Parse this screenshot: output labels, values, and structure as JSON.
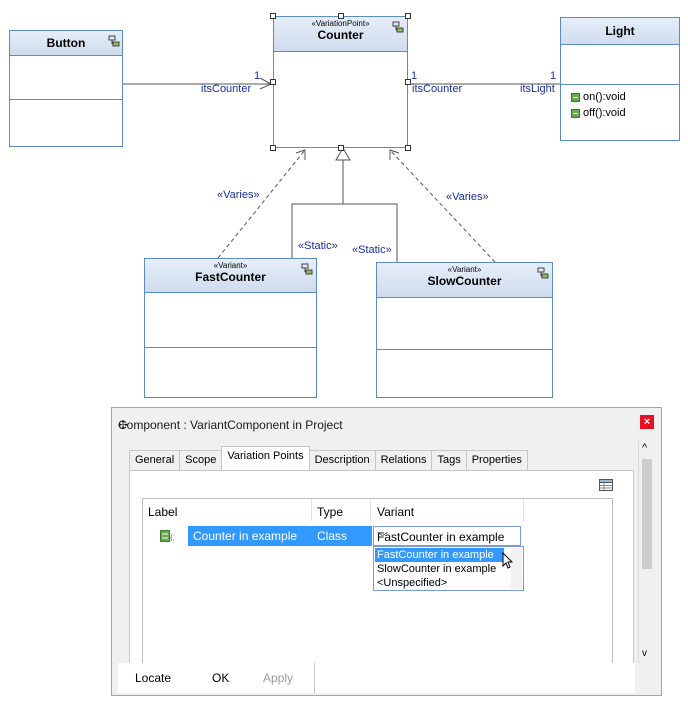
{
  "diagram": {
    "classes": {
      "button": {
        "name": "Button"
      },
      "counter": {
        "stereotype": "«VariationPoint»",
        "name": "Counter"
      },
      "light": {
        "name": "Light",
        "operations": [
          "on():void",
          "off():void"
        ]
      },
      "fast": {
        "stereotype": "«Variant»",
        "name": "FastCounter"
      },
      "slow": {
        "stereotype": "«Variant»",
        "name": "SlowCounter"
      }
    },
    "associations": {
      "button_counter": {
        "mult": "1",
        "role": "itsCounter"
      },
      "light_counter": {
        "mult_left": "1",
        "role_left": "itsCounter",
        "mult_right": "1",
        "role_right": "itsLight"
      }
    },
    "dependencies": {
      "fast_varies": "«Varies»",
      "slow_varies": "«Varies»",
      "fast_static": "«Static»",
      "slow_static": "«Static»"
    }
  },
  "dialog": {
    "title": "Component : VariantComponent in Project",
    "pin": "✢",
    "close": "×",
    "tabs": [
      "General",
      "Scope",
      "Variation Points",
      "Description",
      "Relations",
      "Tags",
      "Properties"
    ],
    "active_tab": "Variation Points",
    "table": {
      "headers": [
        "Label",
        "Type",
        "Variant"
      ],
      "rows": [
        {
          "label": "Counter in example",
          "type": "Class",
          "variant": "FastCounter in example"
        }
      ]
    },
    "dropdown_options": [
      "FastCounter in example",
      "SlowCounter in example",
      "<Unspecified>"
    ],
    "selected_option": "FastCounter in example",
    "footer": {
      "locate": "Locate",
      "ok": "OK",
      "apply": "Apply"
    },
    "scroll": {
      "up": "^",
      "down": "v"
    }
  }
}
